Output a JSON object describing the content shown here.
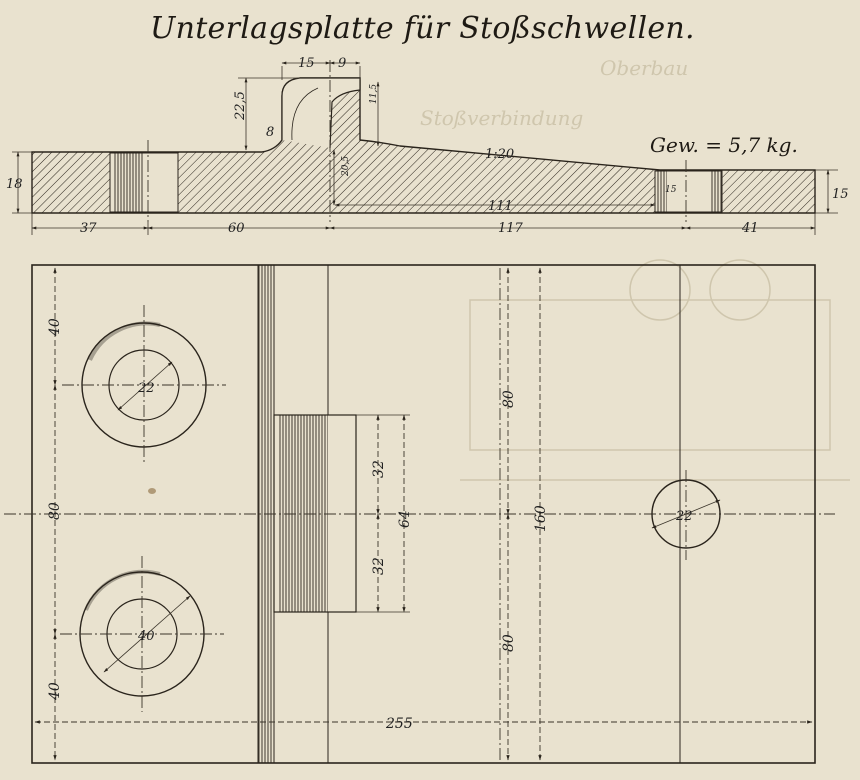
{
  "title": "Unterlagsplatte für Stoßschwellen.",
  "weight_label": "Gew. = 5,7 kg.",
  "side_view": {
    "dims": {
      "d18": "18",
      "d15_right": "15",
      "d37": "37",
      "d60": "60",
      "d117": "117",
      "d41": "41",
      "d15_top": "15",
      "d9": "9",
      "d22_5": "22,5",
      "d8": "8",
      "d11_5": "11,5",
      "d20_5": "20,5",
      "slope": "1:20",
      "d111": "111",
      "d15_slot": "15"
    }
  },
  "plan_view": {
    "dims": {
      "d40_top": "40",
      "d80_left": "80",
      "d40_bottom": "40",
      "d22_upper_hole": "22",
      "d40_lower_hole": "40",
      "d32_upper": "32",
      "d32_lower": "32",
      "d64": "64",
      "d80_upper": "80",
      "d80_lower": "80",
      "d160": "160",
      "d22_right_hole": "22",
      "d255": "255"
    }
  }
}
